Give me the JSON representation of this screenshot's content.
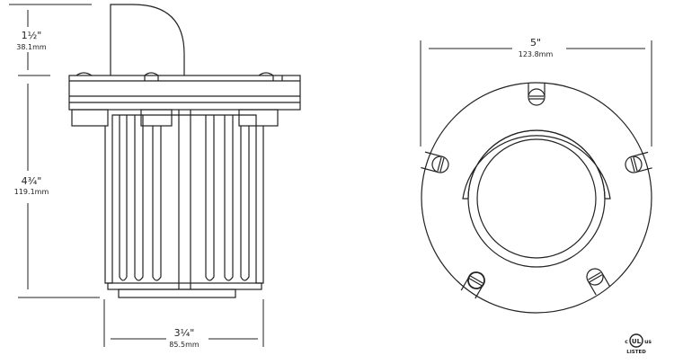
{
  "side_view": {
    "height_top": {
      "inch": "1½\"",
      "mm": "38.1mm"
    },
    "height_body": {
      "inch": "4¾\"",
      "mm": "119.1mm"
    },
    "width": {
      "inch": "3¼\"",
      "mm": "85.5mm"
    }
  },
  "top_view": {
    "diameter": {
      "inch": "5\"",
      "mm": "123.8mm"
    }
  },
  "certification": {
    "left": "c",
    "mark": "UL",
    "right": "us",
    "status": "LISTED"
  },
  "colors": {
    "line": "#222222",
    "background": "#ffffff"
  }
}
